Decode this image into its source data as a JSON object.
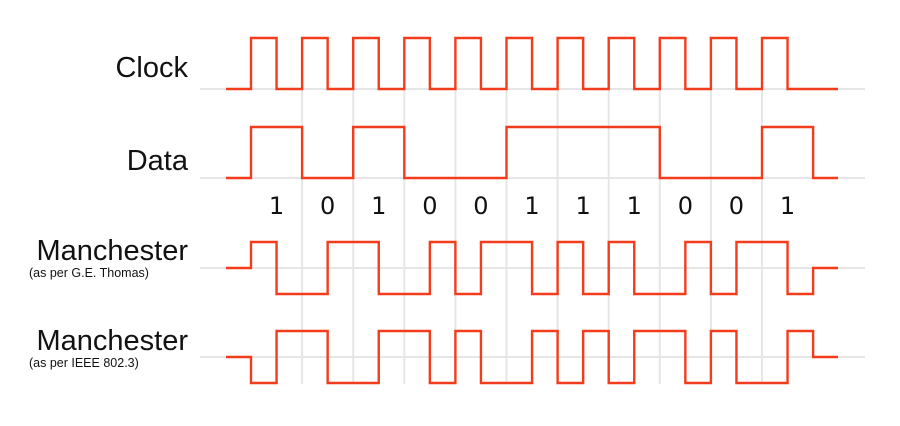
{
  "signals": [
    {
      "label": "Clock",
      "sublabel": ""
    },
    {
      "label": "Data",
      "sublabel": ""
    },
    {
      "label": "Manchester",
      "sublabel": "(as per G.E. Thomas)"
    },
    {
      "label": "Manchester",
      "sublabel": "(as per IEEE 802.3)"
    }
  ],
  "bits": [
    "1",
    "0",
    "1",
    "0",
    "0",
    "1",
    "1",
    "1",
    "0",
    "0",
    "1"
  ],
  "colors": {
    "signal": "#f23c1c",
    "grid": "#e6e6e6",
    "text": "#111111"
  }
}
